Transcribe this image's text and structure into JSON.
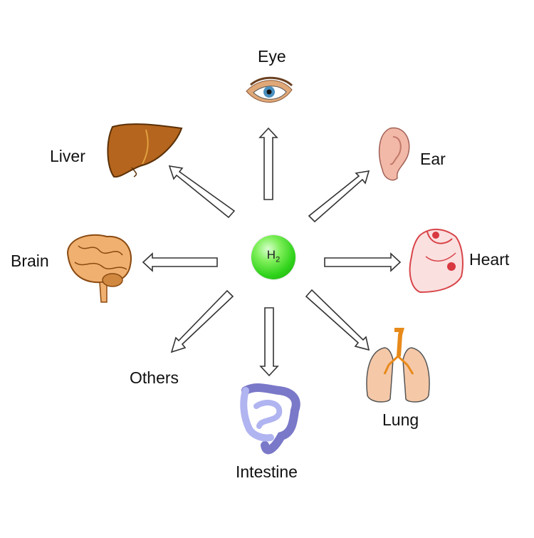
{
  "center": {
    "symbol": "H",
    "subscript": "2",
    "color": "#2fd21a"
  },
  "organs": [
    {
      "id": "eye",
      "label": "Eye",
      "icon": "eye-icon"
    },
    {
      "id": "ear",
      "label": "Ear",
      "icon": "ear-icon"
    },
    {
      "id": "heart",
      "label": "Heart",
      "icon": "heart-icon"
    },
    {
      "id": "lung",
      "label": "Lung",
      "icon": "lung-icon"
    },
    {
      "id": "intestine",
      "label": "Intestine",
      "icon": "intestine-icon"
    },
    {
      "id": "others",
      "label": "Others"
    },
    {
      "id": "brain",
      "label": "Brain",
      "icon": "brain-icon"
    },
    {
      "id": "liver",
      "label": "Liver",
      "icon": "liver-icon"
    }
  ],
  "colors": {
    "liver": "#b5651d",
    "brain": "#f0b070",
    "ear": "#f2b8a8",
    "heart": "#e8484c",
    "lung": "#f5c8a8",
    "trachea": "#e88a1a",
    "intestine": "#b0b4f0",
    "eye_iris": "#4a90c0"
  }
}
